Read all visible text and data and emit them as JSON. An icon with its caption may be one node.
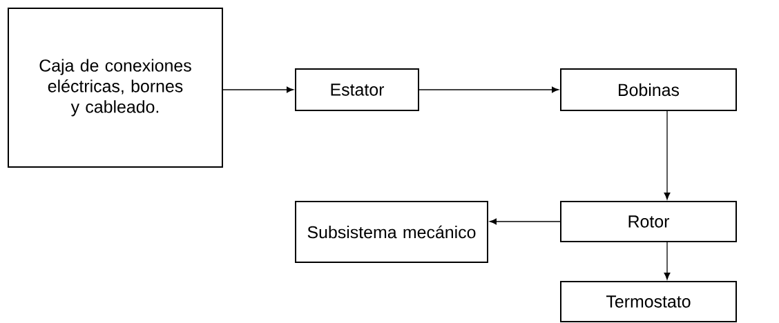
{
  "diagram": {
    "nodes": [
      {
        "text": [
          "Caja de conexiones eléctricas, bornes y cableado."
        ]
      },
      {
        "text": [
          "Estator"
        ]
      },
      {
        "text": [
          "Bobinas"
        ]
      },
      {
        "text": [
          "Subsistema mecánico"
        ]
      },
      {
        "text": [
          "Rotor"
        ]
      },
      {
        "text": [
          "Termostato"
        ]
      }
    ],
    "edges": [
      {
        "from": 0,
        "to": 1,
        "arrow": "to"
      },
      {
        "from": 1,
        "to": 2,
        "arrow": "to"
      },
      {
        "from": 2,
        "to": 4,
        "arrow": "to"
      },
      {
        "from": 4,
        "to": 3,
        "arrow": "to"
      },
      {
        "from": 4,
        "to": 5,
        "arrow": "to"
      }
    ]
  }
}
